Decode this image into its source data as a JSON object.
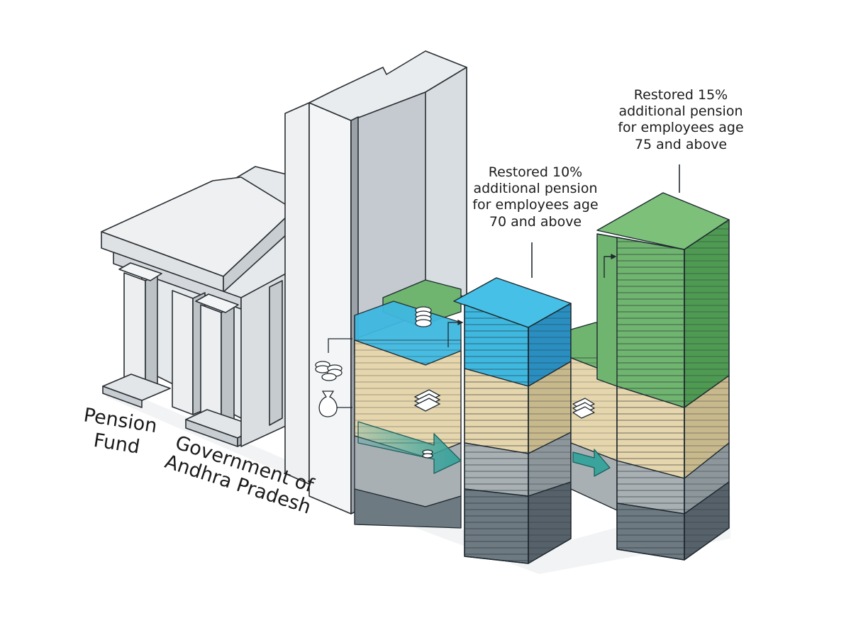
{
  "labels": {
    "pension_fund": [
      "Pension",
      "Fund"
    ],
    "government": [
      "Government of",
      "Andhra Pradesh"
    ],
    "tier_10": [
      "Restored 10%",
      "additional pension",
      "for employees age",
      "70 and above"
    ],
    "tier_15": [
      "Restored 15%",
      "additional pension",
      "for employees age",
      "75 and above"
    ]
  },
  "icons": [
    "bank-building-icon",
    "wall-slab-icon",
    "coin-stack-icon",
    "money-bag-icon",
    "cash-bundle-icon",
    "right-arrow-icon"
  ],
  "colors": {
    "blue": "#3fb8e0",
    "green": "#6fb46f",
    "tan": "#e6d6ad",
    "grey": "#a9b0b4",
    "dark": "#6e7a82",
    "teal_arrow": "#3aa39c"
  }
}
